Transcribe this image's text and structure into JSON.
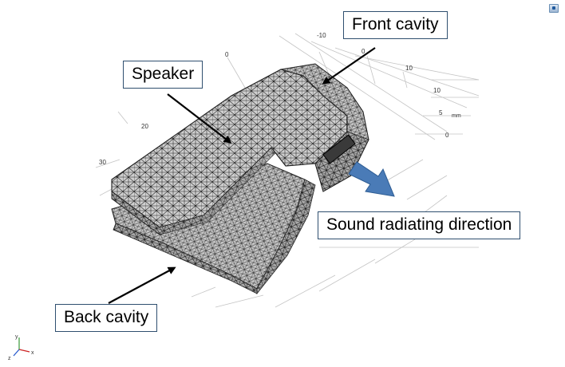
{
  "labels": {
    "front_cavity": "Front cavity",
    "speaker": "Speaker",
    "sound_direction": "Sound radiating direction",
    "back_cavity": "Back cavity"
  },
  "axis_ticks": {
    "t_m10": "-10",
    "t_0a": "0",
    "t_10a": "10",
    "t_10b": "10",
    "t_5": "5",
    "t_0b": "0",
    "t_0c": "0",
    "t_20": "20",
    "t_30": "30",
    "unit": "mm"
  },
  "triad": {
    "x": "x",
    "y": "y",
    "z": "z"
  },
  "colors": {
    "arrow_blue": "#4a7bb7",
    "mesh_dark": "#2a2a2a",
    "mesh_face": "#bdbdbd",
    "grid": "#c4c4c4",
    "callout_border": "#2f4f6f"
  }
}
